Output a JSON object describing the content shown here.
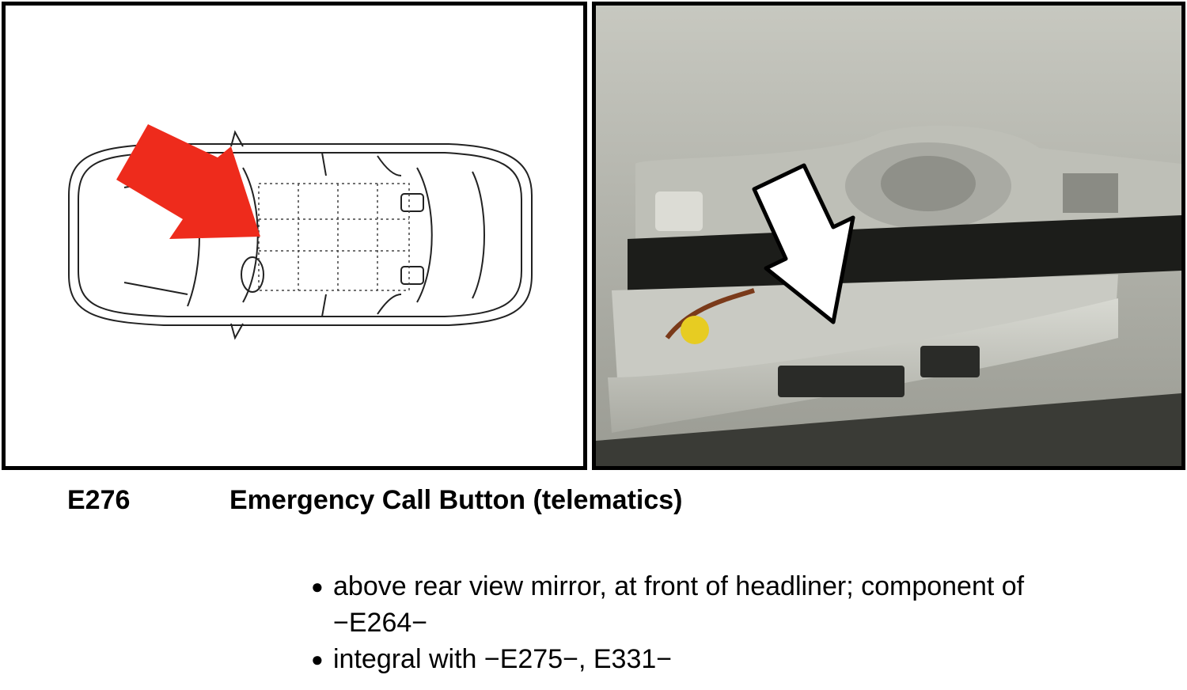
{
  "figure": {
    "left_image": "car-top-view-diagram",
    "right_image": "headliner-console-photo",
    "arrow_color_left": "#ee2b1c",
    "arrow_color_right": "#ffffff"
  },
  "caption": {
    "code": "E276",
    "title": "Emergency Call Button (telematics)"
  },
  "notes": [
    {
      "line1": "above rear view mirror, at front of headliner; component of",
      "line2": "−E264−"
    },
    {
      "line1": "integral with −E275−, E331−",
      "line2": ""
    }
  ]
}
